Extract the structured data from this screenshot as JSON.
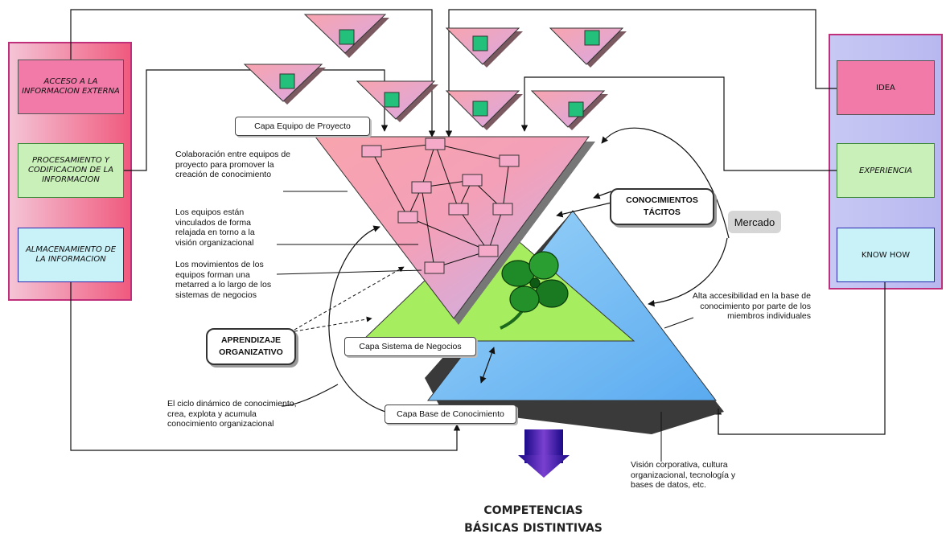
{
  "left_panel": {
    "access": "ACCESO A LA INFORMACION EXTERNA",
    "processing": "PROCESAMIENTO Y CODIFICACION DE LA INFORMACION",
    "storage": "ALMACENAMIENTO DE LA INFORMACION"
  },
  "right_panel": {
    "idea": "IDEA",
    "experience": "EXPERIENCIA",
    "know_how": "KNOW HOW"
  },
  "layers": {
    "project_team": "Capa Equipo de Proyecto",
    "business_system": "Capa Sistema de Negocios",
    "knowledge_base": "Capa Base de Conocimiento"
  },
  "labels": {
    "tacit": "CONOCIMIENTOS TÁCITOS",
    "learning": "APRENDIZAJE ORGANIZATIVO",
    "market": "Mercado",
    "title_line1": "COMPETENCIAS",
    "title_line2": "BÁSICAS DISTINTIVAS"
  },
  "notes": {
    "collaboration": "Colaboración entre equipos de proyecto para promover la creación de conocimiento",
    "linked": "Los equipos están vinculados de forma relajada en torno a la visión organizacional",
    "movements": "Los movimientos de los equipos forman una metarred a lo largo de los sistemas de negocios",
    "accessibility": "Alta accesibilidad en la base de conocimiento por parte de los miembros individuales",
    "cycle": "El ciclo dinámico de conocimiento, crea, explota y acumula conocimiento organizacional",
    "vision": "Visión corporativa, cultura organizacional, tecnología y bases de datos, etc."
  },
  "colors": {
    "pink_triangle": "#f4a0b0",
    "green_triangle": "#a6ee60",
    "blue_triangle": "#7ec0f4",
    "node_green": "#22c07a",
    "left_panel": "#f05a7e",
    "right_panel": "#bcbcf2"
  }
}
